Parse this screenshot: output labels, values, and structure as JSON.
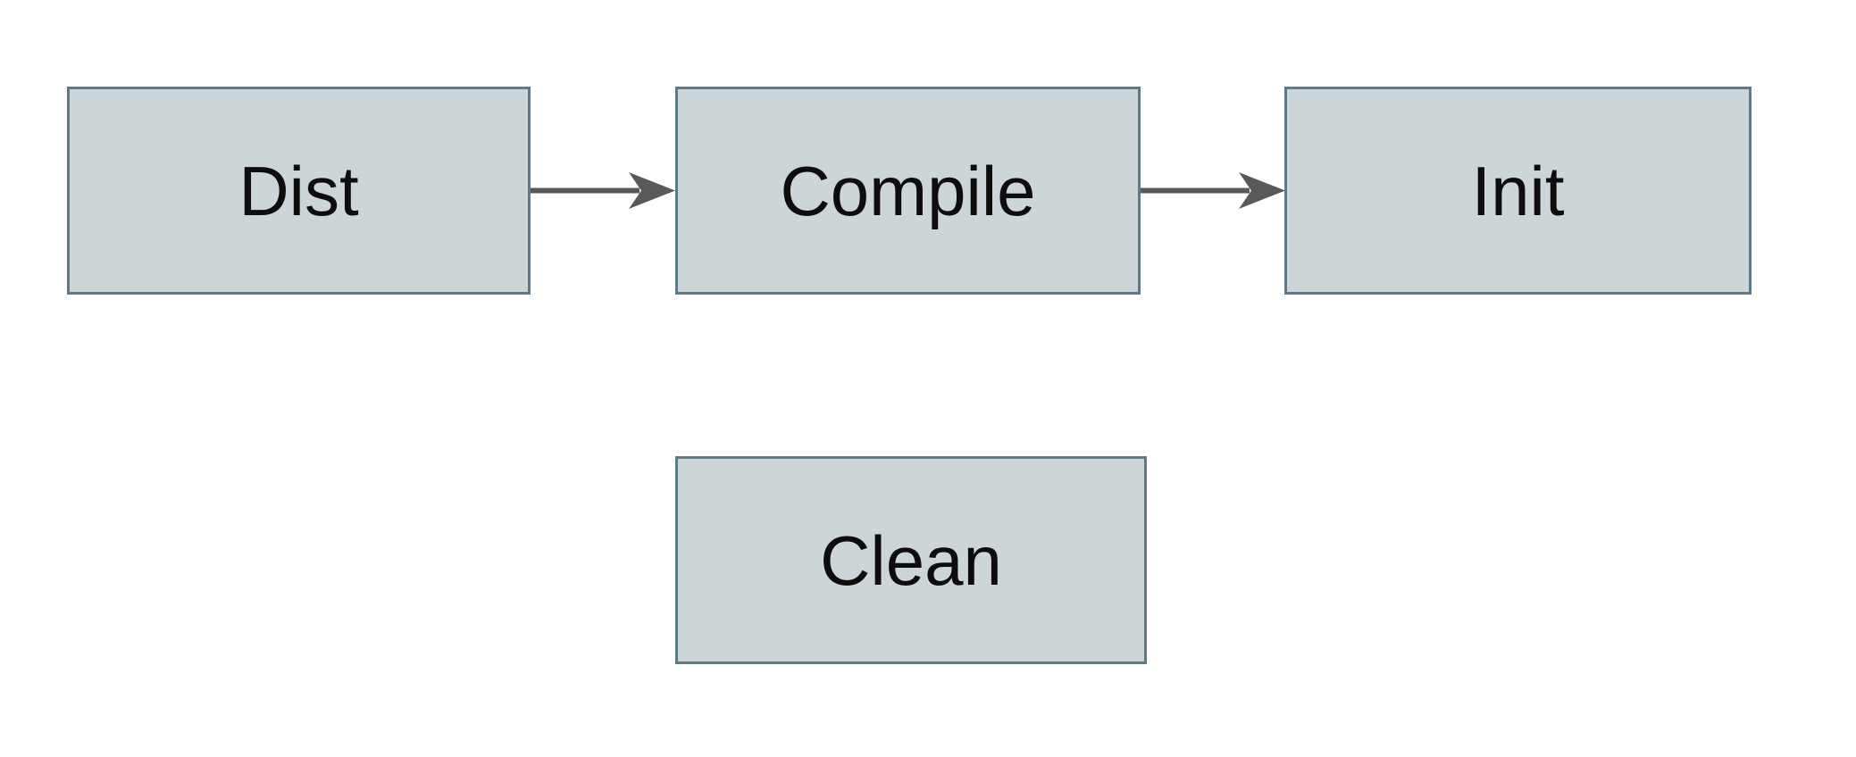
{
  "diagram": {
    "title": "build-targets-flowchart",
    "nodes": [
      {
        "id": "dist",
        "label": "Dist"
      },
      {
        "id": "compile",
        "label": "Compile"
      },
      {
        "id": "init",
        "label": "Init"
      },
      {
        "id": "clean",
        "label": "Clean"
      }
    ],
    "edges": [
      {
        "from": "dist",
        "to": "compile",
        "style": "arrow-right"
      },
      {
        "from": "compile",
        "to": "init",
        "style": "arrow-right"
      }
    ],
    "colors": {
      "node_fill": "#ccd6d9",
      "node_border": "#5e7a88",
      "arrow": "#595959",
      "text": "#0d0d0d",
      "background": "#ffffff"
    }
  }
}
